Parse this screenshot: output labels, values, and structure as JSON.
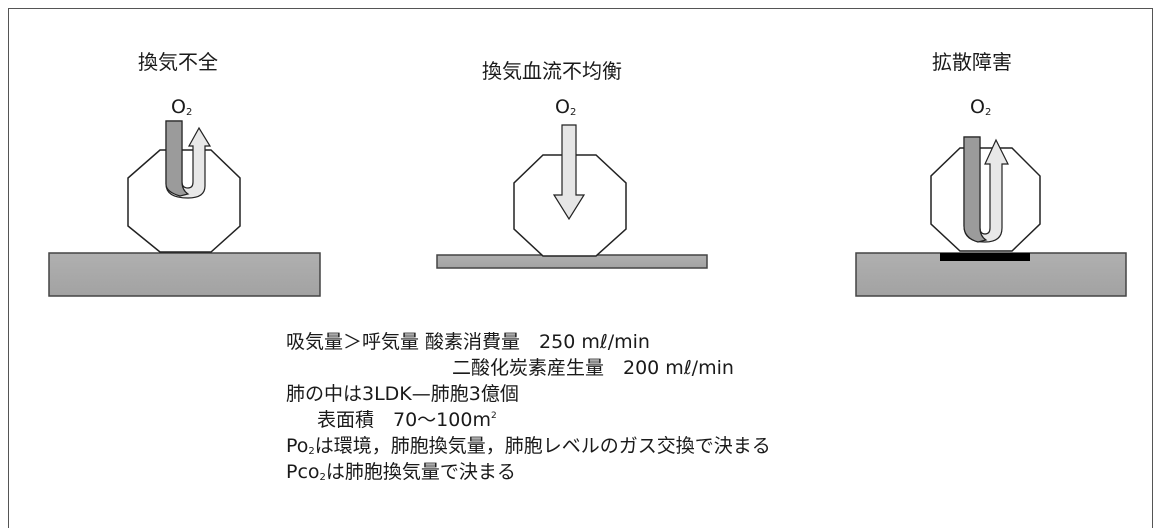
{
  "panels": [
    {
      "title": "換気不全",
      "gas": "O",
      "gas_sub": "2"
    },
    {
      "title": "換気血流不均衡",
      "gas": "O",
      "gas_sub": "2"
    },
    {
      "title": "拡散障害",
      "gas": "O",
      "gas_sub": "2"
    }
  ],
  "notes": {
    "line1": "吸気量＞呼気量 酸素消費量　250 mℓ/min",
    "line2": "二酸化炭素産生量　200 mℓ/min",
    "line3": "肺の中は3LDK—肺胞3億個",
    "line4_prefix": "表面積　70～100m",
    "line4_sup": "2",
    "line5_a": "Po",
    "line5_sub": "2",
    "line5_b": "は環境，肺胞換気量，肺胞レベルのガス交換で決まる",
    "line6_a": "Pco",
    "line6_sub": "2",
    "line6_b": "は肺胞換気量で決まる"
  },
  "colors": {
    "slab": "#a8a8a8",
    "dark_arrow": "#9a9a9a",
    "light_arrow": "#e6e6e6",
    "membrane": "#000000"
  }
}
